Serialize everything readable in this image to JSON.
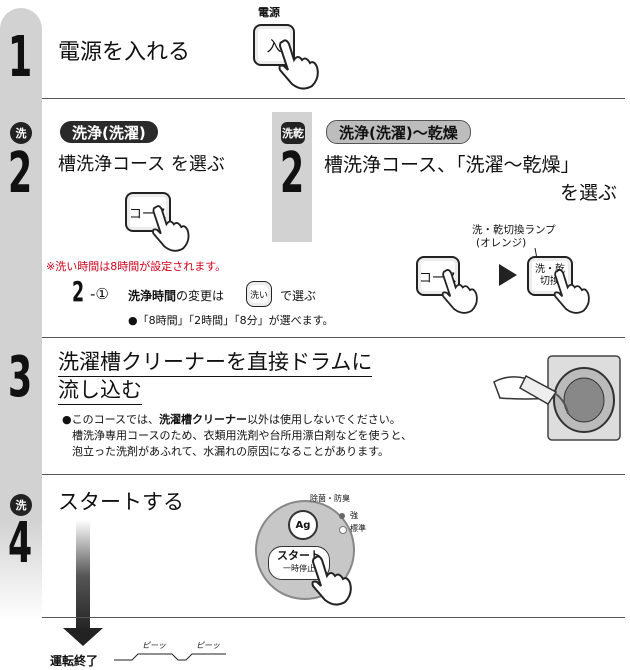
{
  "step1": {
    "number": "1",
    "text": "電源を入れる",
    "button_caption": "電源",
    "button_label": "入"
  },
  "step2": {
    "number": "2",
    "icon_wash": "洗",
    "icon_washdry": "洗乾",
    "left": {
      "pill": "洗浄(洗濯)",
      "text_main": "槽洗浄コース",
      "text_tail": " を選ぶ",
      "button_label": "コース",
      "note": "※洗い時間は8時間が設定されます。"
    },
    "right": {
      "pill": "洗浄(洗濯)～乾燥",
      "line1": "槽洗浄コース、「洗濯～乾燥」",
      "line2": "を選ぶ",
      "lamp_label_1": "洗・乾切換ランプ",
      "lamp_label_2": "(オレンジ)",
      "course_button": "コース",
      "switch_button_1": "洗・乾",
      "switch_button_2": "切換"
    },
    "sub": {
      "number": "2",
      "suffix": "-①",
      "text_bold": "洗浄時間",
      "text_mid": "の変更は",
      "button_label": "洗い",
      "text_end": "で選ぶ",
      "bullet": "●「8時間」「2時間」「8分」が選べます。"
    }
  },
  "step3": {
    "number": "3",
    "line1": "洗濯槽クリーナーを直接ドラムに",
    "line2": "流し込む",
    "note1_pre": "●このコースでは、",
    "note1_bold": "洗濯槽クリーナー",
    "note1_post": "以外は使用しないでください。",
    "note2": "槽洗浄専用コースのため、衣類用洗剤や台所用漂白剤などを使うと、",
    "note3": "泡立った洗剤があふれて、水漏れの原因になることがあります。"
  },
  "step4": {
    "number": "4",
    "icon_wash": "洗",
    "text": "スタートする",
    "dial_label_1": "スタート",
    "dial_label_2": "一時停止",
    "dial_ag": "Ag",
    "label_top": "除菌・防臭",
    "label_strong": "強",
    "label_standard": "標準"
  },
  "footer": {
    "end_label": "運転終了",
    "beep": "ピーッ"
  },
  "colors": {
    "rail": "#d2d2d2",
    "note_red": "#d0021b",
    "dark": "#222222"
  }
}
